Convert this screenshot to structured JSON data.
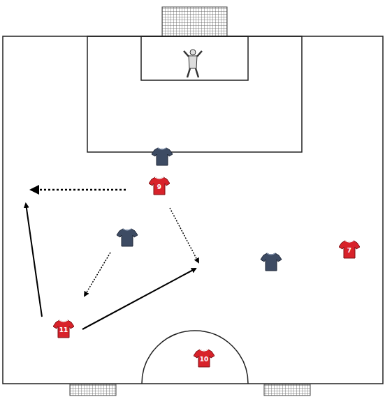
{
  "diagram": {
    "nodes": [
      {
        "text": [
          "9"
        ]
      },
      {
        "text": [
          "7"
        ]
      },
      {
        "text": [
          "11"
        ]
      },
      {
        "text": [
          "10"
        ]
      }
    ]
  }
}
